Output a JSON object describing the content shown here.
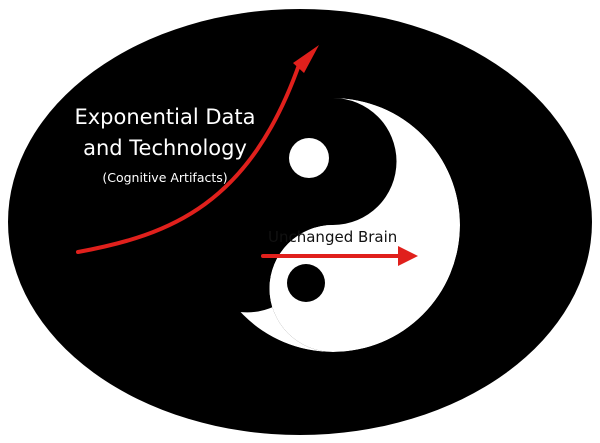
{
  "colors": {
    "ellipse": "#000000",
    "yang": "#ffffff",
    "arrow": "#e0201c",
    "headline_text": "#ffffff",
    "brain_text": "#111111"
  },
  "labels": {
    "headline_line1": "Exponential Data",
    "headline_line2": "and Technology",
    "subline": "(Cognitive Artifacts)",
    "brain": "Unchanged Brain"
  },
  "icons": {
    "symbol": "yin-yang-icon",
    "growth_arrow": "exponential-curve-arrow-icon",
    "flat_arrow": "horizontal-arrow-icon"
  }
}
